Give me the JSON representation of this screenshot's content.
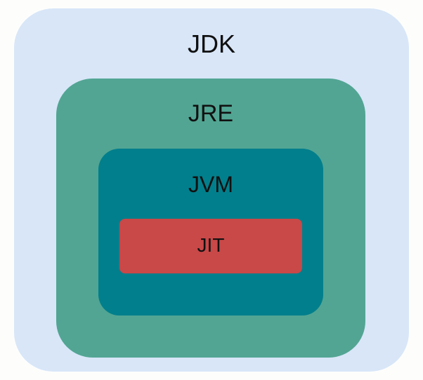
{
  "diagram": {
    "jdk": {
      "label": "JDK",
      "color": "#d8e6f8"
    },
    "jre": {
      "label": "JRE",
      "color": "#52a593"
    },
    "jvm": {
      "label": "JVM",
      "color": "#027f8c"
    },
    "jit": {
      "label": "JIT",
      "color": "#c94848"
    }
  }
}
